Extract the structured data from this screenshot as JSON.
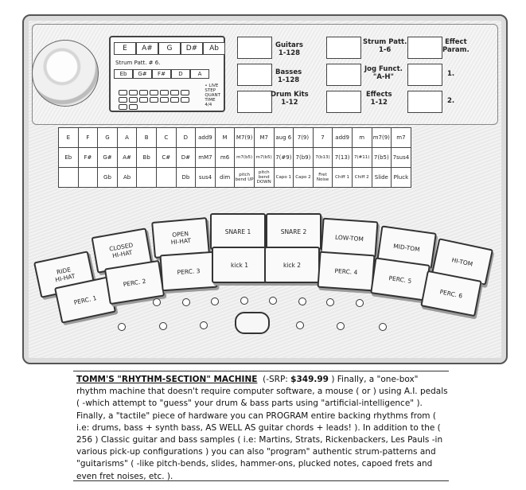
{
  "lcd": {
    "chords_top": [
      "E",
      "A#",
      "G",
      "D#",
      "Ab"
    ],
    "strum_label": "Strum Patt. # 6.",
    "chords_bottom": [
      "Eb",
      "G#",
      "F#",
      "D",
      "A"
    ],
    "mode": "• LIVE\nSTEP\nQUANT\nTIME\n4/4"
  },
  "controls": {
    "guitars": "Guitars\n1-128",
    "basses": "Basses\n1-128",
    "drum_kits": "Drum Kits\n1-12",
    "strum_patt": "Strum Patt.\n1-6",
    "jog_funct": "Jog Funct.\n\"A-H\"",
    "effects": "Effects\n1-12",
    "effect_param": "Effect\nParam.",
    "param_1": "1.",
    "param_2": "2."
  },
  "chord_grid": {
    "row1": [
      "E",
      "F",
      "G",
      "A",
      "B",
      "C",
      "D",
      "add9",
      "M",
      "M7(9)",
      "M7",
      "aug 6",
      "7(9)",
      "7",
      "add9",
      "m",
      "m7(9)",
      "m7"
    ],
    "row2": [
      "Eb",
      "F#",
      "G#",
      "A#",
      "Bb",
      "C#",
      "D#",
      "mM7",
      "m6",
      "m7(b5)",
      "m7(b5)",
      "7(#9)",
      "7(b9)",
      "7(b13)",
      "7(13)",
      "7(#11)",
      "7(b5)",
      "7sus4"
    ],
    "row3": [
      "",
      "",
      "Gb",
      "Ab",
      "",
      "",
      "Db",
      "sus4",
      "dim",
      "pitch bend UP",
      "pitch bend DOWN",
      "Capo 1",
      "Capo 2",
      "Fret Noise",
      "Chiff 1",
      "Chiff 2",
      "Slide",
      "Pluck"
    ]
  },
  "pads": {
    "ride_hihat": "RIDE\nHI-HAT",
    "closed_hihat": "CLOSED\nHI-HAT",
    "open_hihat": "OPEN\nHI-HAT",
    "snare1": "SNARE 1",
    "snare2": "SNARE 2",
    "low_tom": "LOW-TOM",
    "mid_tom": "MID-TOM",
    "hi_tom": "HI-TOM",
    "perc1": "PERC. 1",
    "perc2": "PERC. 2",
    "perc3": "PERC. 3",
    "kick1": "kick 1",
    "kick2": "kick 2",
    "perc4": "PERC. 4",
    "perc5": "PERC. 5",
    "perc6": "PERC. 6"
  },
  "caption": {
    "title": "TOMM'S \"RHYTHM-SECTION\" MACHINE",
    "srp_prefix": "(-SRP: ",
    "price": "$349.99",
    "body": " )  Finally, a \"one-box\" rhythm machine that doesn't require computer software, a mouse ( or ) using A.I. pedals ( -which attempt to \"guess\" your drum & bass parts using \"artificial-intelligence\" ). Finally, a \"tactile\" piece of hardware you can PROGRAM entire backing rhythms from ( i.e: drums, bass + synth bass, AS WELL AS guitar chords + leads! ). In addition to the ( 256 ) Classic guitar and bass samples ( i.e: Martins, Strats, Rickenbackers, Les Pauls -in various pick-up configurations ) you can also \"program\" authentic strum-patterns and \"guitarisms\" ( -like pitch-bends, slides, hammer-ons, plucked notes, capoed frets and even fret noises, etc. )."
  }
}
